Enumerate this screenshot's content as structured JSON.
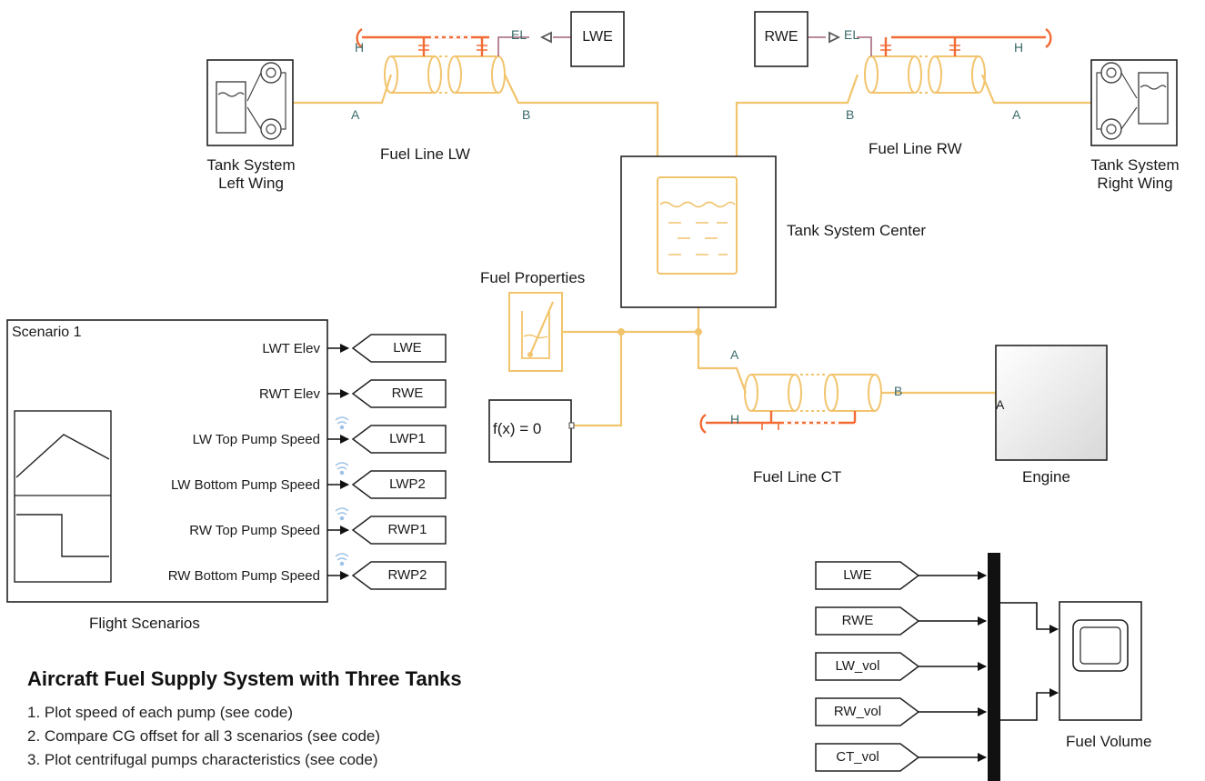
{
  "blocks": {
    "tank_left": {
      "label_line1": "Tank System",
      "label_line2": "Left Wing"
    },
    "tank_right": {
      "label_line1": "Tank System",
      "label_line2": "Right Wing"
    },
    "tank_center": {
      "label": "Tank System Center"
    },
    "fuel_line_lw": {
      "label": "Fuel Line LW"
    },
    "fuel_line_rw": {
      "label": "Fuel Line RW"
    },
    "fuel_line_ct": {
      "label": "Fuel Line CT"
    },
    "fuel_properties": {
      "label": "Fuel Properties"
    },
    "solver": {
      "label": "f(x) = 0"
    },
    "engine": {
      "label": "Engine",
      "port": "A"
    },
    "fuel_volume": {
      "label": "Fuel Volume"
    },
    "scenario": {
      "title": "Scenario 1",
      "label": "Flight Scenarios"
    }
  },
  "ports": {
    "a": "A",
    "b": "B",
    "h": "H",
    "el": "EL"
  },
  "goto_tags": {
    "lwe": "LWE",
    "rwe": "RWE"
  },
  "scenario_outputs": [
    {
      "name": "LWT Elev",
      "tag": "LWE"
    },
    {
      "name": "RWT Elev",
      "tag": "RWE"
    },
    {
      "name": "LW Top Pump Speed",
      "tag": "LWP1"
    },
    {
      "name": "LW Bottom Pump Speed",
      "tag": "LWP2"
    },
    {
      "name": "RW Top Pump Speed",
      "tag": "RWP1"
    },
    {
      "name": "RW Bottom Pump Speed",
      "tag": "RWP2"
    }
  ],
  "from_tags": [
    "LWE",
    "RWE",
    "LW_vol",
    "RW_vol",
    "CT_vol"
  ],
  "title": "Aircraft Fuel Supply System with Three Tanks",
  "notes": [
    "1. Plot speed of each pump (see code)",
    "2. Compare CG offset for all 3 scenarios (see code)",
    "3. Plot centrifugal pumps characteristics (see code)"
  ],
  "colors": {
    "fuel": "#f2c46d",
    "thermal": "#f26b35",
    "elev": "#b07a8a",
    "wireless": "#9ec3e6"
  }
}
